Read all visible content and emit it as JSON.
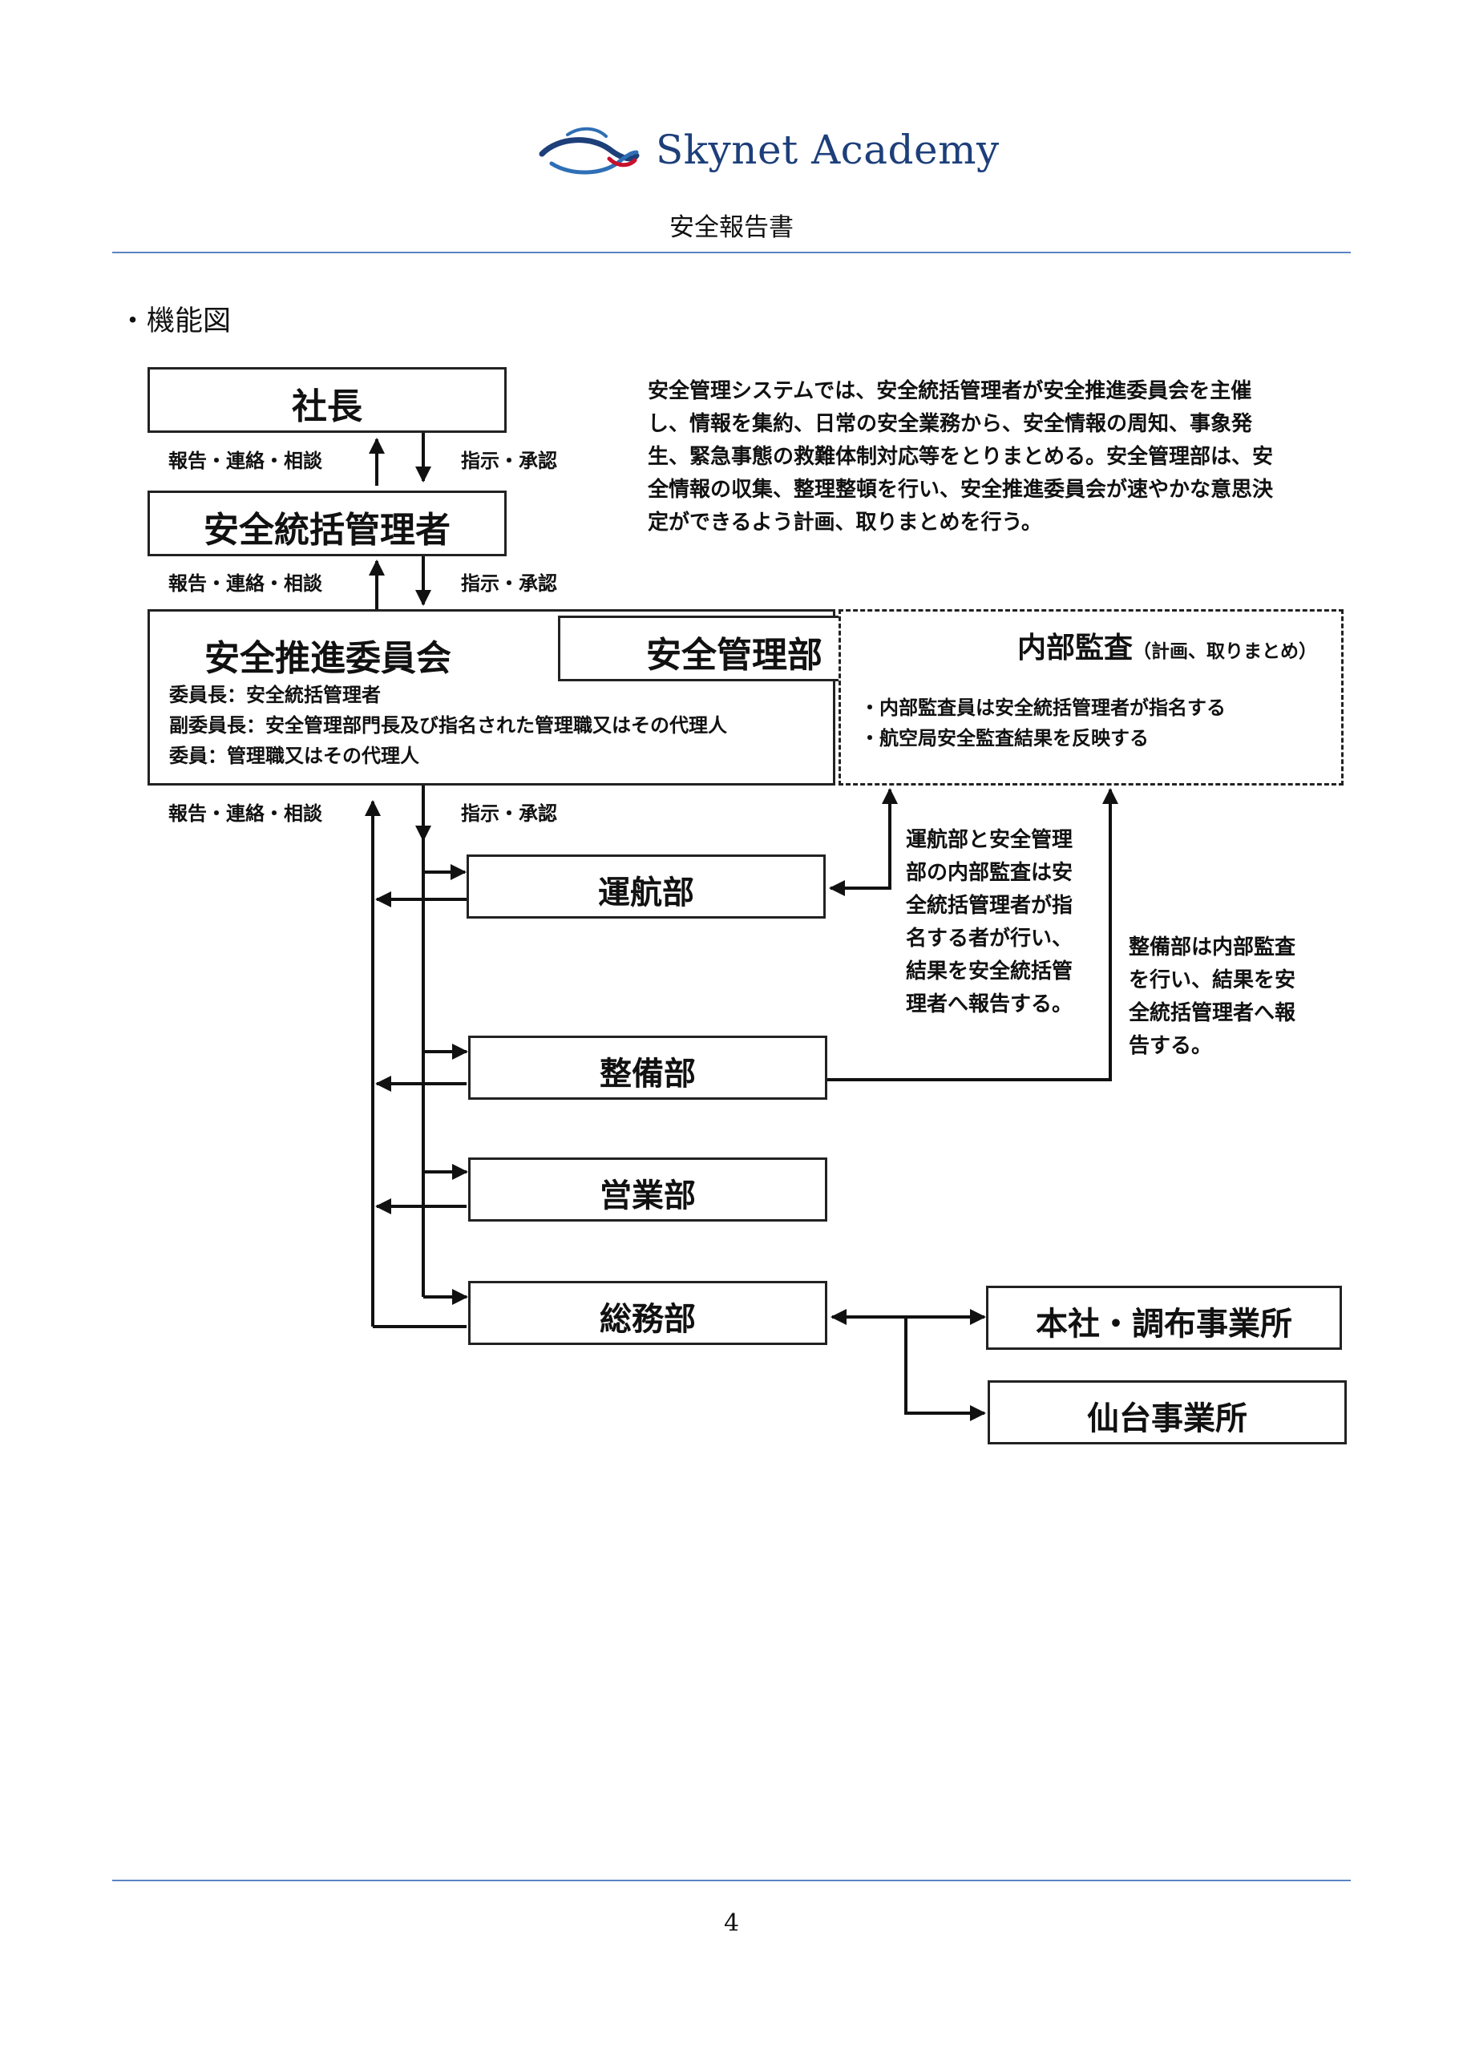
{
  "header": {
    "brand": "Skynet Academy",
    "subtitle": "安全報告書"
  },
  "section_title": "・機能図",
  "diagram": {
    "president": "社長",
    "safety_manager": "安全統括管理者",
    "committee": {
      "title": "安全推進委員会",
      "lines": [
        "委員長：安全統括管理者",
        "副委員長：安全管理部門長及び指名された管理職又はその代理人",
        "委員：管理職又はその代理人"
      ]
    },
    "safety_dept": "安全管理部",
    "audit": {
      "title": "内部監査",
      "title_note": "（計画、取りまとめ）",
      "lines": [
        "・内部監査員は安全統括管理者が指名する",
        "・航空局安全監査結果を反映する"
      ]
    },
    "report_label": "報告・連絡・相談",
    "instruct_label": "指示・承認",
    "departments": [
      "運航部",
      "整備部",
      "営業部",
      "総務部"
    ],
    "offices": [
      "本社・調布事業所",
      "仙台事業所"
    ],
    "description": [
      "安全管理システムでは、安全統括管理者が安全推進委員会を主催",
      "し、情報を集約、日常の安全業務から、安全情報の周知、事象発",
      "生、緊急事態の救難体制対応等をとりまとめる。安全管理部は、安",
      "全情報の収集、整理整頓を行い、安全推進委員会が速やかな意思決",
      "定ができるよう計画、取りまとめを行う。"
    ],
    "ops_note": [
      "運航部と安全管理",
      "部の内部監査は安",
      "全統括管理者が指",
      "名する者が行い、",
      "結果を安全統括管",
      "理者へ報告する。"
    ],
    "maint_note": [
      "整備部は内部監査",
      "を行い、結果を安",
      "全統括管理者へ報",
      "告する。"
    ]
  },
  "footer": {
    "page_number": "4"
  }
}
